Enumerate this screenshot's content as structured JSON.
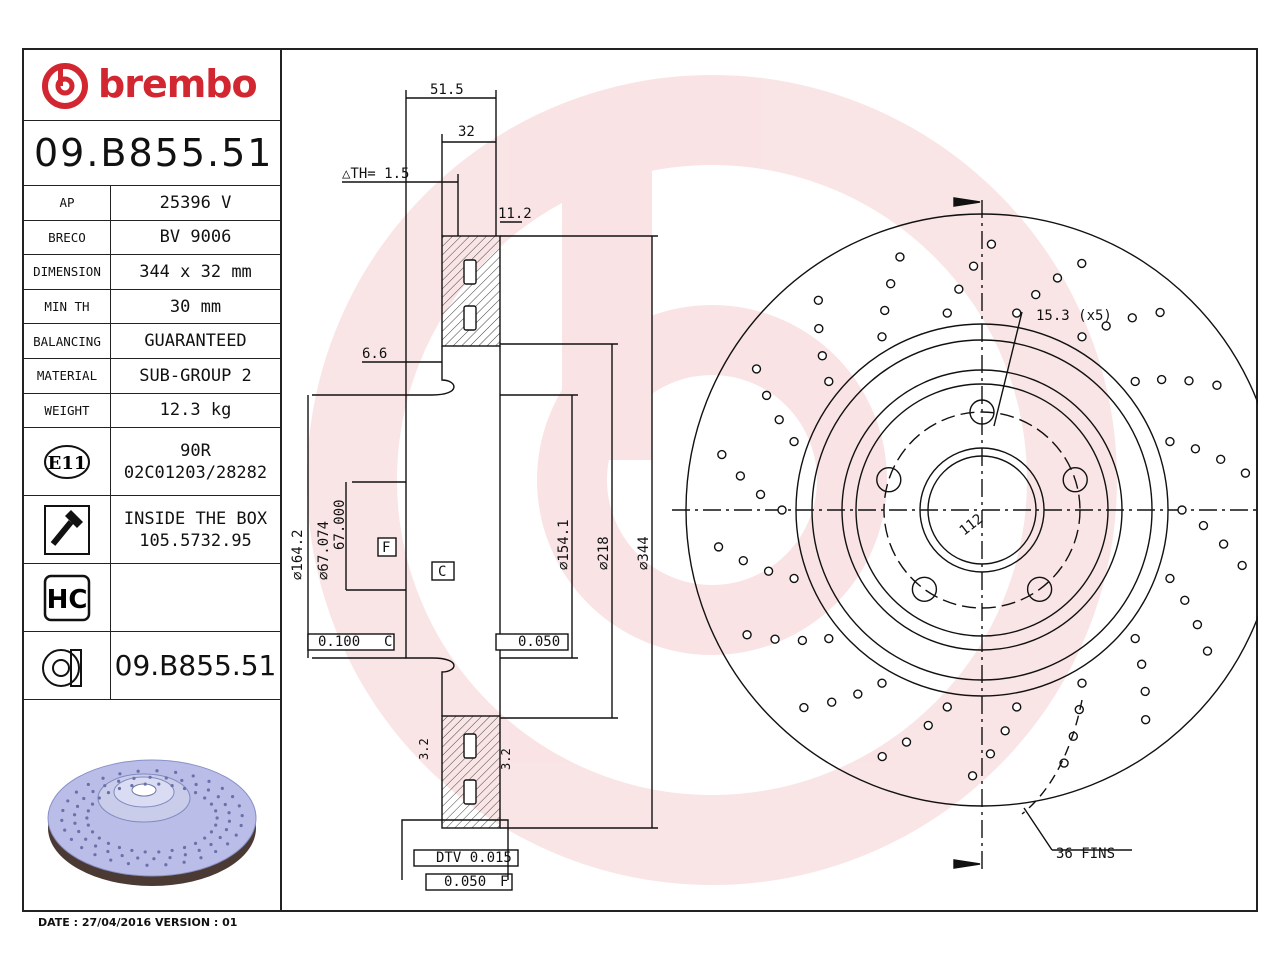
{
  "brand": {
    "name": "brembo",
    "color": "#d22630"
  },
  "part_number": "09.B855.51",
  "specs": [
    {
      "key": "AP",
      "value": "25396 V"
    },
    {
      "key": "BRECO",
      "value": "BV 9006"
    },
    {
      "key": "DIMENSION",
      "value": "344 x 32 mm"
    },
    {
      "key": "MIN TH",
      "value": "30 mm"
    },
    {
      "key": "BALANCING",
      "value": "GUARANTEED"
    },
    {
      "key": "MATERIAL",
      "value": "SUB-GROUP 2"
    },
    {
      "key": "WEIGHT",
      "value": "12.3 kg"
    }
  ],
  "approval": {
    "mark": "E11",
    "line1": "90R",
    "line2": "02C01203/28282"
  },
  "screws": {
    "line1": "INSIDE THE BOX",
    "line2": "105.5732.95"
  },
  "hc": {
    "mark": "HC"
  },
  "part_number_bottom": "09.B855.51",
  "footer": "DATE : 27/04/2016 VERSION : 01",
  "dims": {
    "overall_width": "51.5",
    "thickness": "32",
    "th_var": "△TH= 1.5",
    "d_11_2": "11.2",
    "d_6_6": "6.6",
    "d_164": "∅164.2",
    "d_67": "∅67.074",
    "d_67b": "67.000",
    "d_154": "∅154.1",
    "d_218": "∅218",
    "d_344": "∅344",
    "tol_left": "0.100",
    "tol_left_ref": "C",
    "tol_right": "0.050",
    "datum_f": "F",
    "datum_c": "C",
    "dtv": "DTV 0.015",
    "runout": "0.050",
    "runout_ref": "F",
    "rough": "3.2",
    "holes": "15.3 (x5)",
    "pcd": "112",
    "fins": "36 FINS"
  }
}
